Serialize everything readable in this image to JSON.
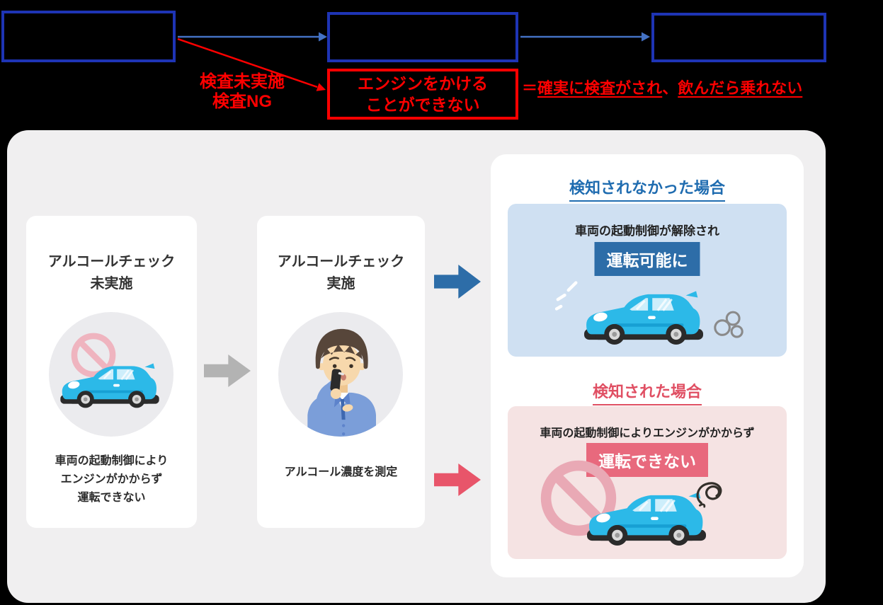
{
  "top_flow": {
    "ng_label": "検査未実施\n検査NG",
    "engine_box_label": "エンジンをかける\nことができない",
    "equals_prefix": "＝",
    "equals_underline_1": "確実に検査がされ",
    "equals_comma": "、",
    "equals_underline_2": "飲んだら乗れない"
  },
  "main_panel": {
    "card_unchecked": {
      "title": "アルコールチェック\n未実施",
      "caption": "車両の起動制御により\nエンジンがかからず\n運転できない"
    },
    "card_checked": {
      "title": "アルコールチェック\n実施",
      "caption": "アルコール濃度を測定"
    },
    "result_pass": {
      "heading": "検知されなかった場合",
      "description": "車両の起動制御が解除され",
      "badge": "運転可能に"
    },
    "result_fail": {
      "heading": "検知された場合",
      "description": "車両の起動制御によりエンジンがかからず",
      "badge": "運転できない"
    }
  },
  "icons": {
    "car": "car-side-icon",
    "prohibition": "no-entry-icon",
    "person": "man-breathalyzer-icon",
    "sparks": "engine-start-sparks-icon",
    "exhaust": "exhaust-puff-icon",
    "squiggle": "engine-failure-scribble-icon",
    "flow_arrow": "right-arrow-icon"
  },
  "colors": {
    "background": "#000000",
    "flow_box_border": "#1e34b5",
    "flow_arrow_blue": "#4472c4",
    "alert_red": "#ff0000",
    "panel_bg": "#f0eff0",
    "card_bg": "#ffffff",
    "circle_bg": "#ebebee",
    "pass_heading": "#1f6cb0",
    "pass_box_bg": "#cfe0f2",
    "pass_badge_bg": "#2d6da8",
    "fail_heading": "#e04f63",
    "fail_box_bg": "#f5e3e3",
    "fail_badge_bg": "#e8697d",
    "fail_arrow": "#e8556a",
    "gray_arrow": "#b3b3b3",
    "car_body": "#2cb9e8"
  }
}
